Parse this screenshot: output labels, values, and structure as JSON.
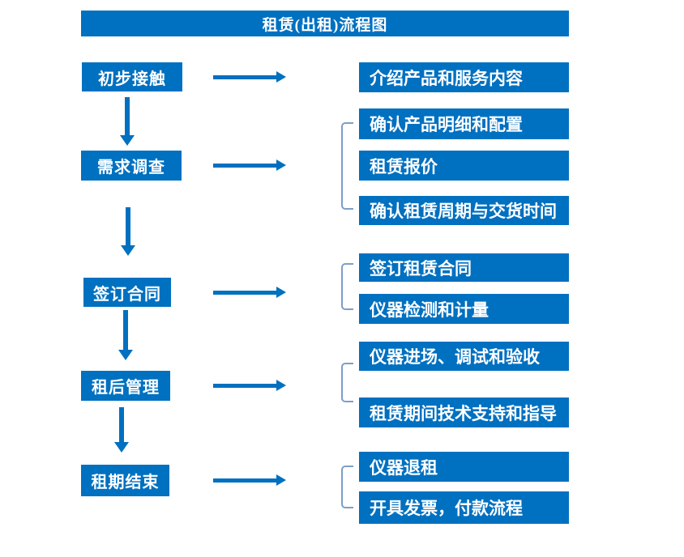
{
  "title": "租赁(出租)流程图",
  "colors": {
    "primary": "#0070C0",
    "bracket": "#7D9EC9",
    "text_on_primary": "#FFFFFF",
    "background": "#FFFFFF"
  },
  "steps": [
    {
      "label": "初步接触",
      "details": [
        "介绍产品和服务内容"
      ]
    },
    {
      "label": "需求调查",
      "details": [
        "确认产品明细和配置",
        "租赁报价",
        "确认租赁周期与交货时间"
      ]
    },
    {
      "label": "签订合同",
      "details": [
        "签订租赁合同",
        "仪器检测和计量"
      ]
    },
    {
      "label": "租后管理",
      "details": [
        "仪器进场、调试和验收",
        "租赁期间技术支持和指导"
      ]
    },
    {
      "label": "租期结束",
      "details": [
        "仪器退租",
        "开具发票，付款流程"
      ]
    }
  ]
}
